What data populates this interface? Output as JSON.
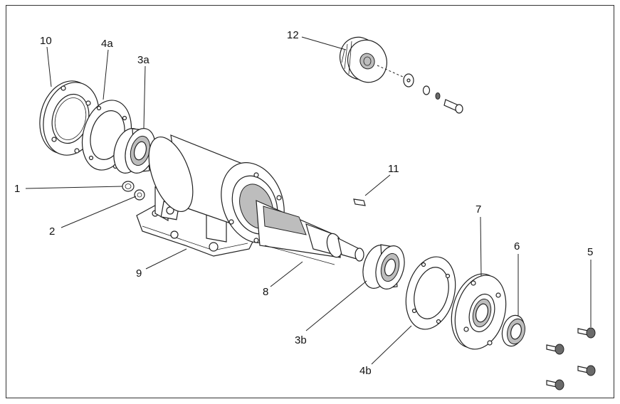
{
  "labels": {
    "l1": "1",
    "l2": "2",
    "l3a": "3a",
    "l3b": "3b",
    "l4a": "4a",
    "l4b": "4b",
    "l5": "5",
    "l6": "6",
    "l7": "7",
    "l8": "8",
    "l9": "9",
    "l10": "10",
    "l11": "11",
    "l12": "12"
  }
}
